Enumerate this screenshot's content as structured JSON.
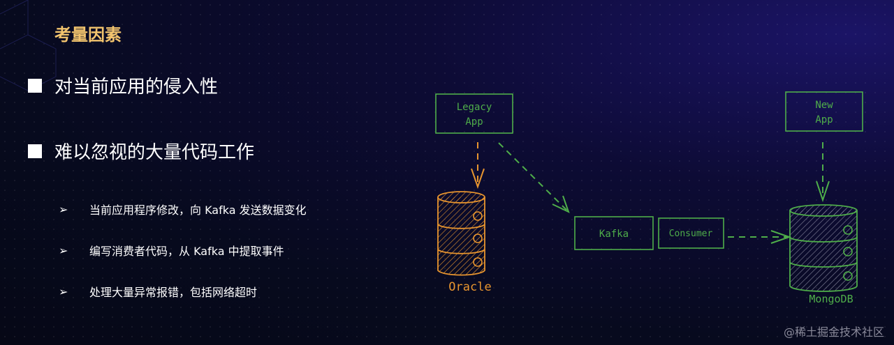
{
  "title": "考量因素",
  "bullets": [
    "对当前应用的侵入性",
    "难以忽视的大量代码工作"
  ],
  "sub_bullets": [
    "当前应用程序修改，向 Kafka 发送数据变化",
    "编写消费者代码，从 Kafka 中提取事件",
    "处理大量异常报错，包括网络超时"
  ],
  "sub_bullet_marker": "➢",
  "diagram": {
    "legacy_app": [
      "Legacy",
      "App"
    ],
    "new_app": [
      "New",
      "App"
    ],
    "kafka": "Kafka",
    "consumer": "Consumer",
    "oracle": "Oracle",
    "mongodb": "MongoDB"
  },
  "watermark": "@稀土掘金技术社区",
  "colors": {
    "title": "#f2c46e",
    "green": "#4fae4a",
    "orange": "#e8952f"
  }
}
